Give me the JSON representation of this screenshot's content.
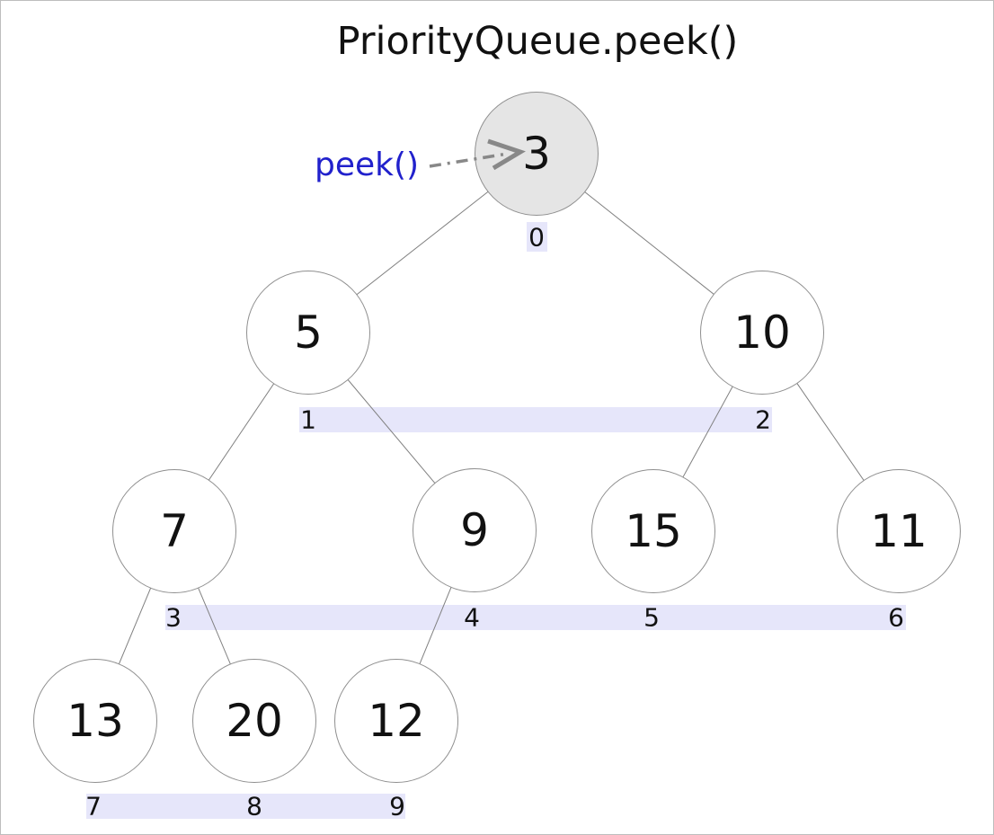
{
  "title": "PriorityQueue.peek()",
  "annotation": {
    "label": "peek()",
    "color": "#2121cc",
    "target_node_value": "3"
  },
  "colors": {
    "background": "#ffffff",
    "frame_border": "#bdbdbd",
    "index_band": "#e6e6fa",
    "node_fill": "#ffffff",
    "root_node_fill": "#e5e5e5",
    "node_stroke": "#8f8f8f",
    "edge": "#808080",
    "arrow": "#888888",
    "text": "#111111"
  },
  "heap": {
    "array": [
      3,
      5,
      10,
      7,
      9,
      15,
      11,
      13,
      20,
      12
    ],
    "nodes": [
      {
        "index": "0",
        "value": "3",
        "highlighted": true
      },
      {
        "index": "1",
        "value": "5",
        "highlighted": false
      },
      {
        "index": "2",
        "value": "10",
        "highlighted": false
      },
      {
        "index": "3",
        "value": "7",
        "highlighted": false
      },
      {
        "index": "4",
        "value": "9",
        "highlighted": false
      },
      {
        "index": "5",
        "value": "15",
        "highlighted": false
      },
      {
        "index": "6",
        "value": "11",
        "highlighted": false
      },
      {
        "index": "7",
        "value": "13",
        "highlighted": false
      },
      {
        "index": "8",
        "value": "20",
        "highlighted": false
      },
      {
        "index": "9",
        "value": "12",
        "highlighted": false
      }
    ],
    "edges": [
      [
        0,
        1
      ],
      [
        0,
        2
      ],
      [
        1,
        3
      ],
      [
        1,
        4
      ],
      [
        2,
        5
      ],
      [
        2,
        6
      ],
      [
        3,
        7
      ],
      [
        3,
        8
      ],
      [
        4,
        9
      ]
    ]
  }
}
